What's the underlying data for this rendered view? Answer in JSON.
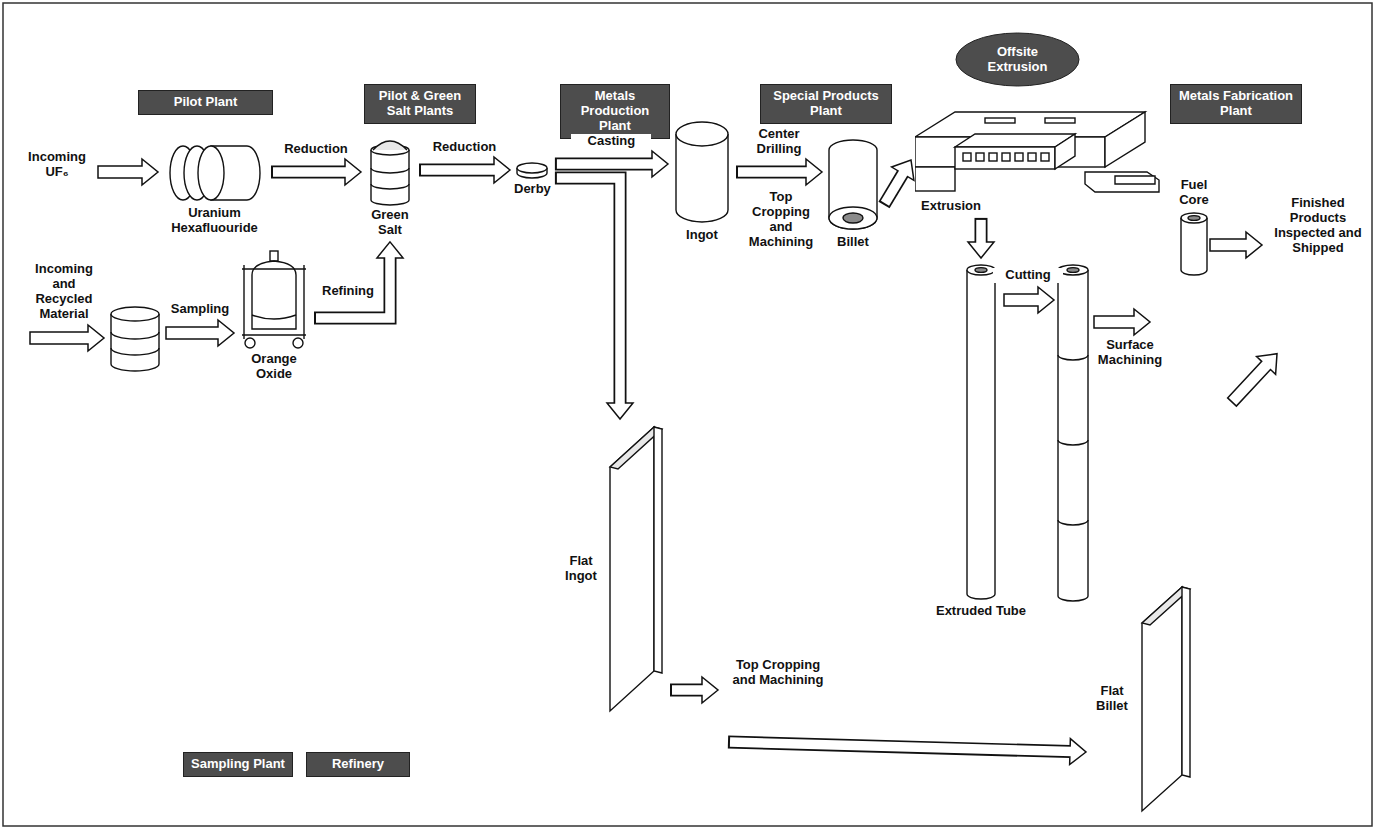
{
  "diagram": {
    "nodes": [
      {
        "text": [
          "Offsite Extrusion"
        ]
      },
      {
        "text": [
          "Pilot Plant"
        ]
      },
      {
        "text": [
          "Pilot & Green Salt Plants"
        ]
      },
      {
        "text": [
          "Metals Production Plant"
        ]
      },
      {
        "text": [
          "Special Products Plant"
        ]
      },
      {
        "text": [
          "Metals Fabrication Plant"
        ]
      },
      {
        "text": [
          "Sampling Plant"
        ]
      },
      {
        "text": [
          "Refinery"
        ]
      },
      {
        "text": [
          "Uranium Hexafluouride"
        ]
      },
      {
        "text": [
          "Green Salt"
        ]
      },
      {
        "text": [
          "Derby"
        ]
      },
      {
        "text": [
          "Ingot"
        ]
      },
      {
        "text": [
          "Billet"
        ]
      },
      {
        "text": [
          "Extrusion"
        ]
      },
      {
        "text": [
          "Extruded Tube"
        ]
      },
      {
        "text": [
          "Fuel Core"
        ]
      },
      {
        "text": [
          "Flat Ingot"
        ]
      },
      {
        "text": [
          "Flat Billet"
        ]
      },
      {
        "text": [
          "Orange Oxide"
        ]
      }
    ],
    "edges": [
      {
        "from": 8,
        "to": 9,
        "label": "Reduction",
        "arrow": "to"
      },
      {
        "from": 9,
        "to": 10,
        "label": "Reduction",
        "arrow": "to"
      },
      {
        "from": 10,
        "to": 11,
        "label": "Casting",
        "arrow": "to"
      },
      {
        "from": 10,
        "to": 16,
        "arrow": "to"
      },
      {
        "from": 11,
        "to": 12,
        "label": "Center Drilling",
        "arrow": "to"
      },
      {
        "from": 12,
        "to": 13,
        "arrow": "to"
      },
      {
        "from": 13,
        "to": 14,
        "arrow": "to"
      },
      {
        "from": 16,
        "to": 17,
        "label": "Top Cropping and Machining",
        "arrow": "to"
      },
      {
        "from": 18,
        "to": 9,
        "label": "Refining",
        "arrow": "to"
      }
    ],
    "labels": [
      "Incoming UF₆",
      "Incoming and Recycled Material",
      "Sampling",
      "Top Cropping and Machining",
      "Cutting",
      "Surface Machining",
      "Finished Products Inspected and Shipped"
    ]
  }
}
